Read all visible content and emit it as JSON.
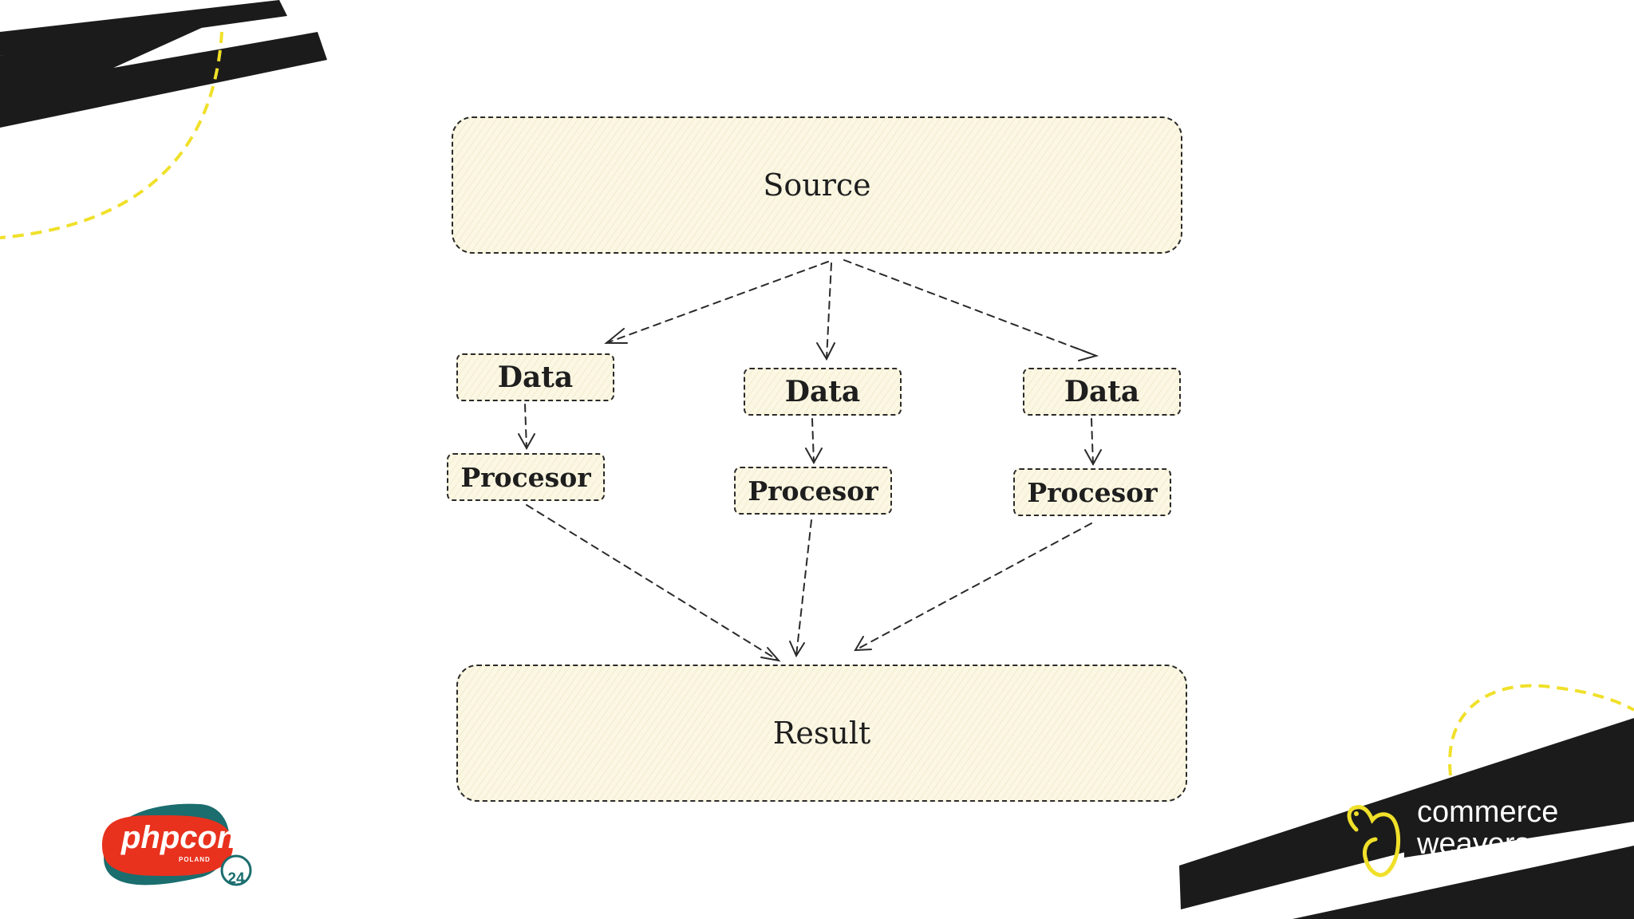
{
  "diagram": {
    "source_label": "Source",
    "result_label": "Result",
    "branches": [
      {
        "data_label": "Data",
        "processor_label": "Procesor"
      },
      {
        "data_label": "Data",
        "processor_label": "Procesor"
      },
      {
        "data_label": "Data",
        "processor_label": "Procesor"
      }
    ]
  },
  "branding": {
    "conference_logo": {
      "name": "phpcon",
      "sub": "POLAND",
      "year": "24"
    },
    "company_line1": "commerce",
    "company_line2": "weavers"
  },
  "colors": {
    "box_fill": "#fbf7e3",
    "stroke": "#2a2a2a",
    "accent_yellow": "#f0e02a",
    "stripe": "#1b1b1b",
    "php_red": "#e8321e",
    "php_teal": "#1b6d6e"
  }
}
